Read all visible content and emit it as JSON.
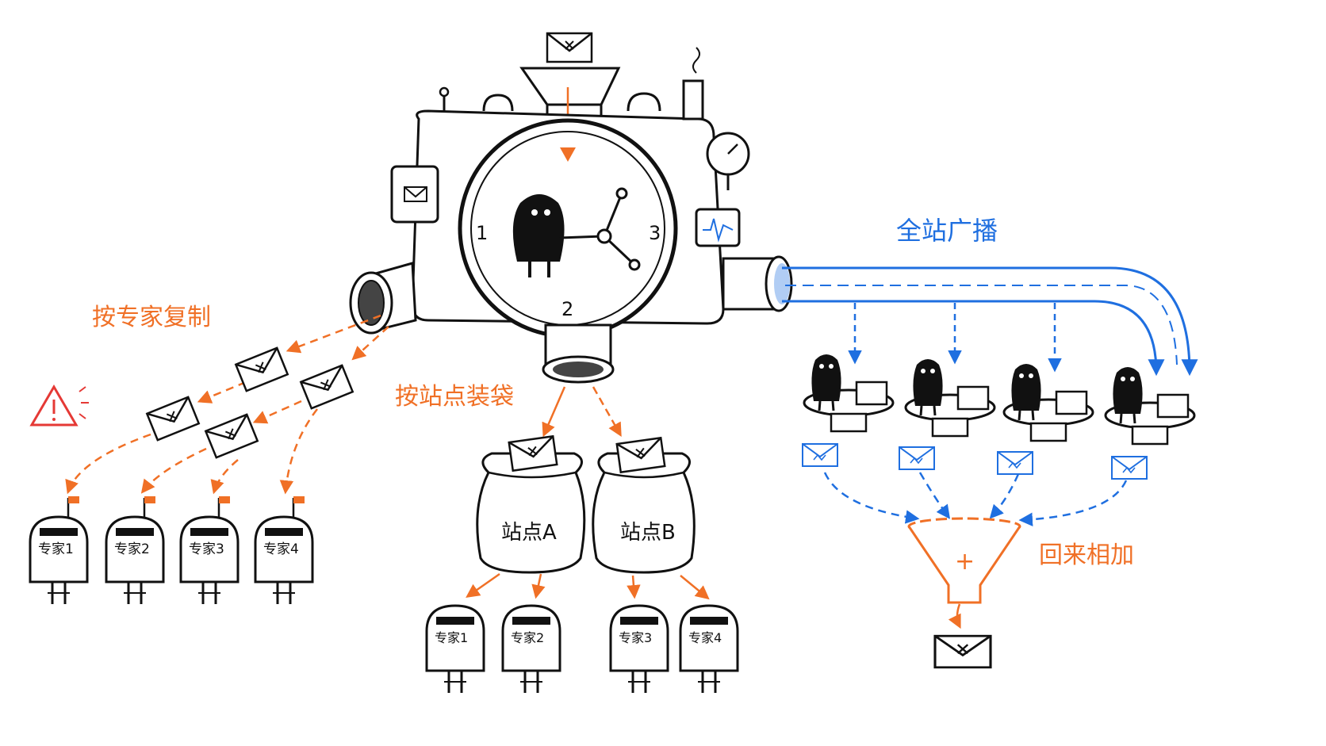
{
  "labels": {
    "copy_by_expert": "按专家复制",
    "pack_by_site": "按站点装袋",
    "broadcast_all": "全站广播",
    "sum_back": "回来相加",
    "plus": "+"
  },
  "dial": {
    "n1": "1",
    "n2": "2",
    "n3": "3"
  },
  "left_mailboxes": [
    "专家1",
    "专家2",
    "专家3",
    "专家4"
  ],
  "sacks": [
    "站点A",
    "站点B"
  ],
  "bottom_mailboxes": [
    "专家1",
    "专家2",
    "专家3",
    "专家4"
  ],
  "colors": {
    "orange": "#f07026",
    "blue": "#1f6fe0",
    "ink": "#111111",
    "warning": "#e53935"
  }
}
